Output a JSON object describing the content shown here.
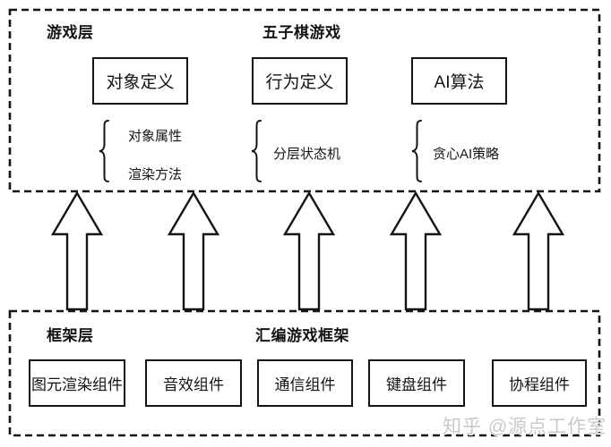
{
  "diagram": {
    "top_layer": {
      "label": "游戏层",
      "title": "五子棋游戏",
      "modules": [
        {
          "box": "对象定义",
          "details": [
            "对象属性",
            "渲染方法"
          ]
        },
        {
          "box": "行为定义",
          "details": [
            "分层状态机"
          ]
        },
        {
          "box": "AI算法",
          "details": [
            "贪心AI策略"
          ]
        }
      ]
    },
    "bottom_layer": {
      "label": "框架层",
      "title": "汇编游戏框架",
      "components": [
        "图元渲染组件",
        "音效组件",
        "通信组件",
        "键盘组件",
        "协程组件"
      ]
    },
    "watermark": "知乎 @源点工作室",
    "colors": {
      "line": "#141414",
      "watermark": "#c9c9c9"
    }
  }
}
